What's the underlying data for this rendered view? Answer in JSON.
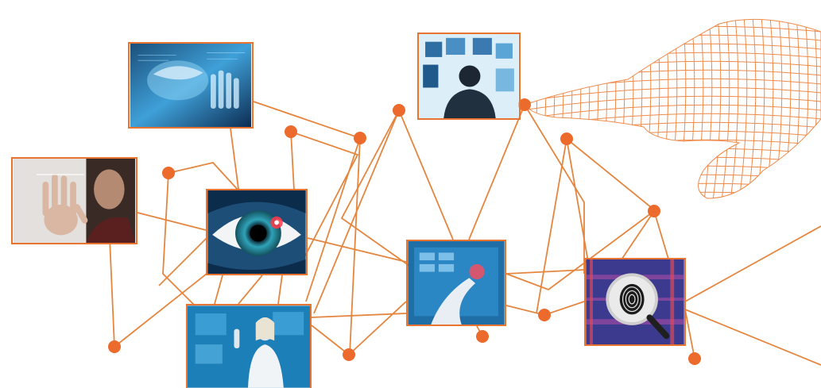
{
  "colors": {
    "accent": "#e8742f",
    "line": "#e5863f",
    "node": "#ec6a2c",
    "mesh": "#ee8a4a",
    "background": "#ffffff"
  },
  "tiles": [
    {
      "name": "photo-digital-face-hand",
      "icon": "face-touch-data-icon"
    },
    {
      "name": "photo-screens-viewer",
      "icon": "person-screens-icon"
    },
    {
      "name": "photo-hand-scan-woman",
      "icon": "palm-scan-icon"
    },
    {
      "name": "photo-eye-iris-scan",
      "icon": "eye-icon"
    },
    {
      "name": "photo-hand-touch-screen",
      "icon": "touch-screen-icon"
    },
    {
      "name": "photo-fingerprint-magnifier",
      "icon": "fingerprint-magnifier-icon"
    },
    {
      "name": "photo-virtual-woman-interface",
      "icon": "virtual-assistant-icon"
    }
  ],
  "mesh_hand": {
    "icon": "wireframe-pointing-hand-icon"
  }
}
